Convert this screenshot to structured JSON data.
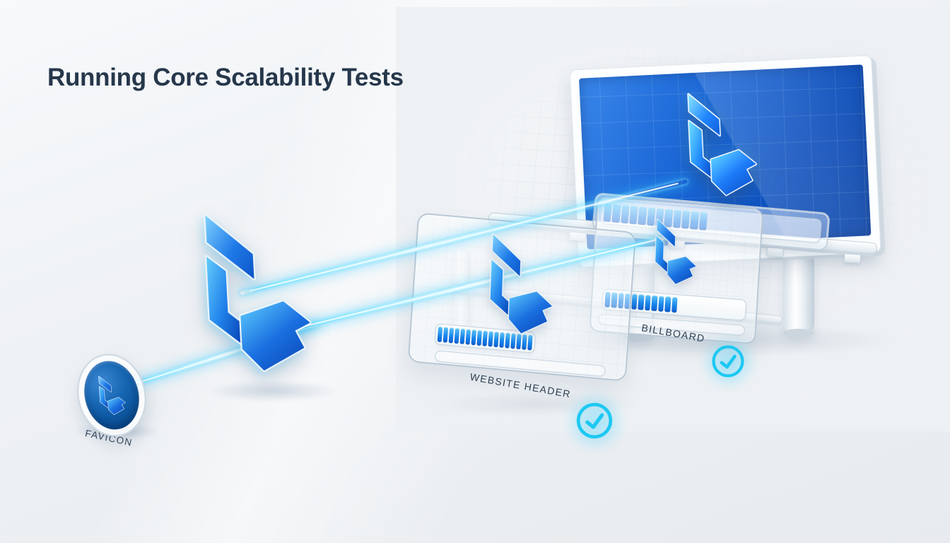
{
  "title": "Running Core Scalability Tests",
  "stages": {
    "favicon": {
      "label": "FAVICON"
    },
    "website_header": {
      "label": "WEBSITE HEADER",
      "completed": true
    },
    "billboard": {
      "label": "BILLBOARD",
      "completed": true
    }
  },
  "progress_bars": {
    "billboard_screen": {
      "segments": 12,
      "fill_percent": 48
    },
    "website_header": {
      "segments": 17,
      "fill_percent": 100
    },
    "billboard_card": {
      "segments": 11,
      "fill_percent": 52
    }
  },
  "icons": {
    "check": "circle-check",
    "logo": "angular-blue-arrow-logo"
  },
  "colors": {
    "background": "#eef1f4",
    "title_text": "#26374b",
    "label_text": "#2e3f53",
    "accent_cyan": "#1cc8f2",
    "beam_core": "#d6f6ff",
    "logo_light": "#7fd2ff",
    "logo_mid": "#2285ec",
    "logo_dark": "#0a46b4",
    "screen_blue": "#1a66d6",
    "card_border": "#b9c8d5"
  }
}
